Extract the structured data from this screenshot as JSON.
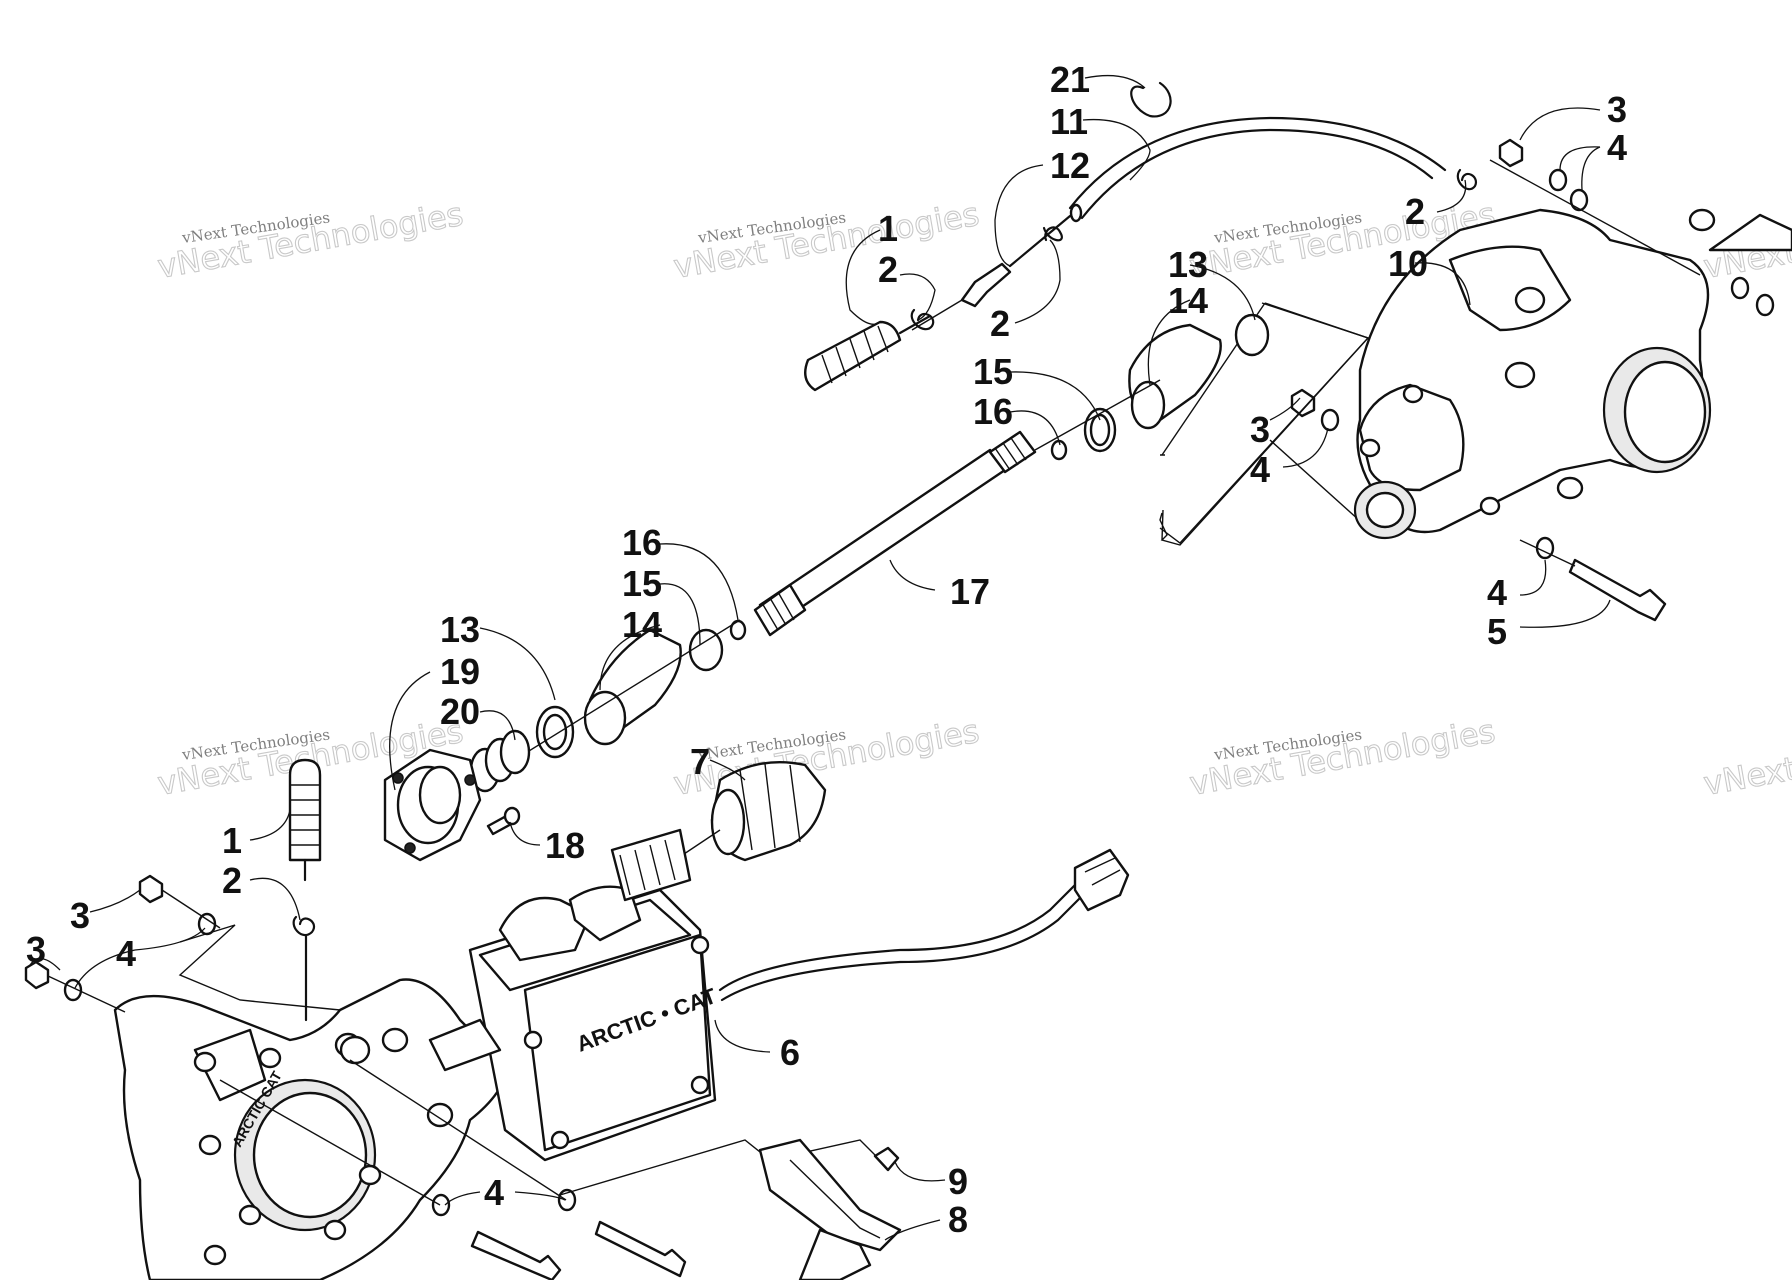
{
  "diagram": {
    "callouts": {
      "c21": "21",
      "c11": "11",
      "c12": "12",
      "c1a": "1",
      "c2a": "2",
      "c2b": "2",
      "c3a": "3",
      "c4a": "4",
      "c2c": "2",
      "c10": "10",
      "c13a": "13",
      "c14a": "14",
      "c15a": "15",
      "c16a": "16",
      "c3b": "3",
      "c4b": "4",
      "c4c": "4",
      "c5": "5",
      "c17": "17",
      "c16b": "16",
      "c15b": "15",
      "c13b": "13",
      "c14b": "14",
      "c19": "19",
      "c20": "20",
      "c7": "7",
      "c18": "18",
      "c1b": "1",
      "c2d": "2",
      "c3c": "3",
      "c3d": "3",
      "c4d": "4",
      "c6": "6",
      "c9": "9",
      "c4e": "4",
      "c8": "8"
    },
    "housing_logo_text": "ARCTIC CAT",
    "cover_logo_text": "ARCTIC • CAT"
  },
  "watermark": {
    "line1": "vNext Technologies",
    "line2": "vNext Technologies"
  }
}
